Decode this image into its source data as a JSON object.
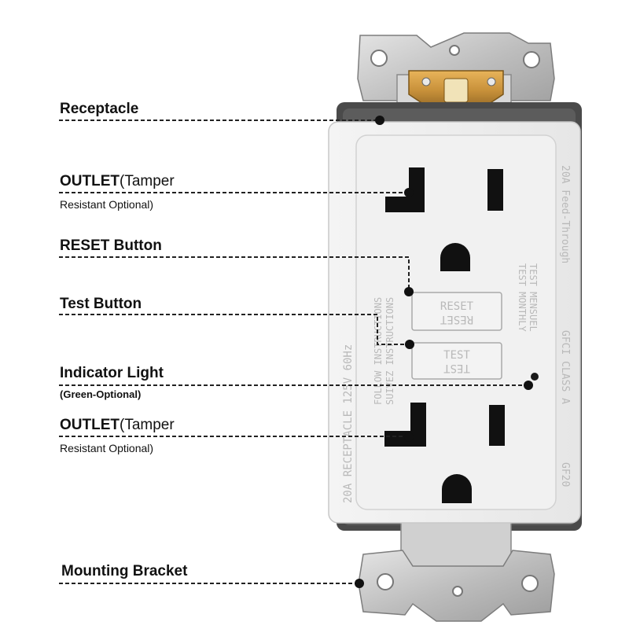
{
  "labels": {
    "receptacle": "Receptacle",
    "outlet_top_bold": "OUTLET",
    "outlet_top_rest": "(Tamper",
    "outlet_top_line2": "Resistant Optional)",
    "reset_button": "RESET Button",
    "test_button": "Test Button",
    "indicator_light": "Indicator Light",
    "indicator_sub": "(Green-Optional)",
    "outlet_bottom_bold": "OUTLET",
    "outlet_bottom_rest": "(Tamper",
    "outlet_bottom_line2": "Resistant Optional)",
    "mounting_bracket": "Mounting Bracket"
  },
  "faceplate": {
    "left_side_text": "20A RECEPTACLE 125V 60Hz",
    "right_side_text_top": "20A Feed-Through",
    "right_side_text_mid": "GFCI CLASS A",
    "right_side_text_bottom": "GF20",
    "center_text_1": "FOLLOW INSTRUCTIONS",
    "center_text_2": "SUIVEZ INSTRUCTIONS",
    "center_text_3": "TEST MONTHLY",
    "center_text_4": "TEST MENSUEL",
    "reset_label": "RESET",
    "test_label": "TEST"
  },
  "colors": {
    "plate": "#eeeeee",
    "housing": "#4a4a4a",
    "bracket": "#c9c9c9",
    "brass": "#c8913a",
    "leader": "#222222"
  }
}
